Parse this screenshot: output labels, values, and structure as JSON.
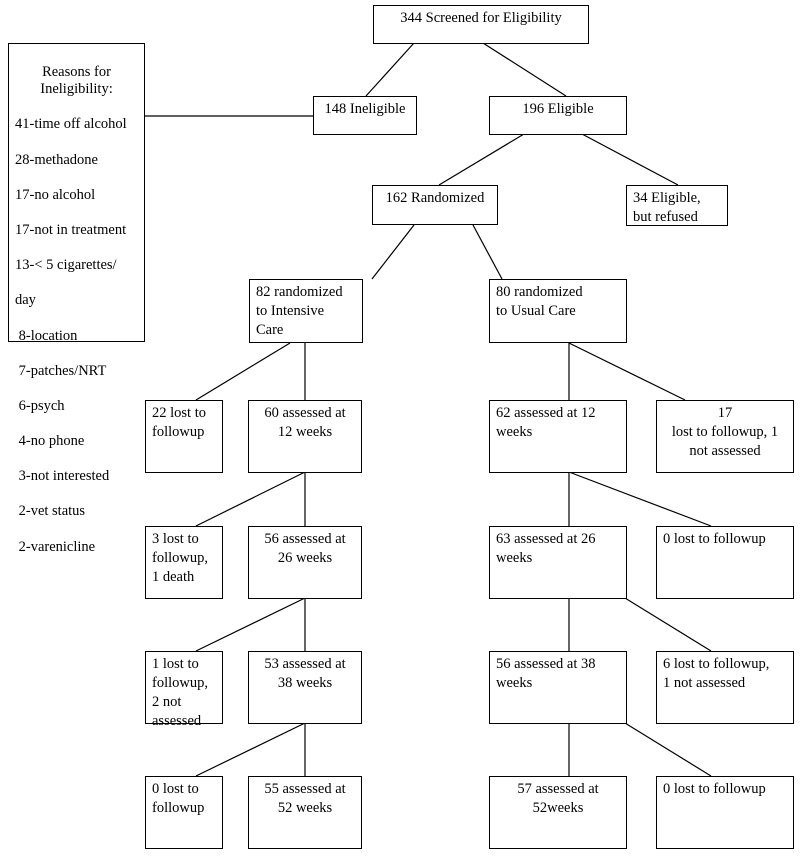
{
  "screened": "344 Screened for Eligibility",
  "ineligible": "148 Ineligible",
  "eligible": "196 Eligible",
  "reasons": {
    "title": "Reasons for\nIneligibility:",
    "items": [
      "41-time off alcohol",
      "28-methadone",
      "17-no alcohol",
      "17-not in treatment",
      "13-< 5 cigarettes/",
      "day",
      " 8-location",
      " 7-patches/NRT",
      " 6-psych",
      " 4-no phone",
      " 3-not interested",
      " 2-vet status",
      " 2-varenicline"
    ]
  },
  "randomized": "162 Randomized",
  "eligible_refused": "34 Eligible,\nbut refused",
  "intensive": "82 randomized\nto Intensive\nCare",
  "usual": "80 randomized\nto Usual Care",
  "ic_lost_12": "22 lost to\nfollowup",
  "ic_assessed_12": "60 assessed at\n12 weeks",
  "ic_lost_26": "3 lost to\nfollowup,\n1 death",
  "ic_assessed_26": "56 assessed at\n26 weeks",
  "ic_lost_38": "1 lost to\nfollowup,\n2 not\nassessed",
  "ic_assessed_38": "53 assessed at\n38 weeks",
  "ic_lost_52": "0 lost to\nfollowup",
  "ic_assessed_52": "55 assessed at\n52 weeks",
  "uc_assessed_12": "62 assessed at 12\nweeks",
  "uc_lost_12": "17\nlost to followup, 1\nnot assessed",
  "uc_assessed_26": "63 assessed at 26\nweeks",
  "uc_lost_26": "0 lost to followup",
  "uc_assessed_38": "56 assessed at 38\nweeks",
  "uc_lost_38": "6 lost to followup,\n1 not assessed",
  "uc_assessed_52": "57 assessed at\n52weeks",
  "uc_lost_52": "0 lost to followup"
}
